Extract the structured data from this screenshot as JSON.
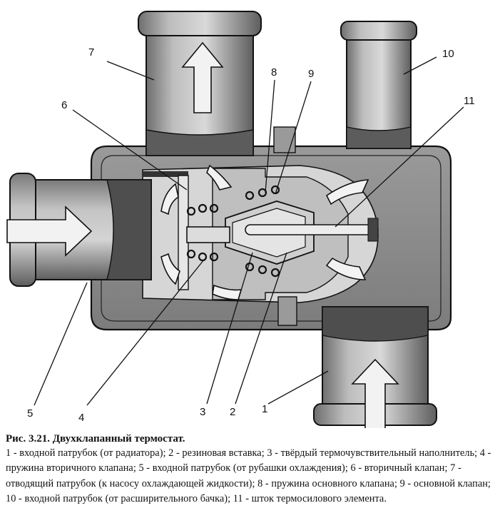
{
  "diagram": {
    "callouts": {
      "c1": "1",
      "c2": "2",
      "c3": "3",
      "c4": "4",
      "c5": "5",
      "c6": "6",
      "c7": "7",
      "c8": "8",
      "c9": "9",
      "c10": "10",
      "c11": "11"
    }
  },
  "caption": {
    "title": "Рис. 3.21. Двухклапанный термостат.",
    "body": "1 - входной патрубок (от радиатора); 2 - резиновая вставка; 3 - твёрдый термочувствительный наполнитель; 4 - пружина вторичного клапана; 5 - входной патрубок (от рубашки охлаждения); 6 - вторичный клапан; 7 - отводящий патрубок (к насосу охлаждающей жидкости); 8 - пружина основного клапана; 9 - основной клапан; 10 - входной патрубок (от расширительного бачка); 11 - шток термосилового элемента."
  },
  "colors": {
    "ink": "#111111",
    "housing": "#8a8a8a",
    "housing_dark": "#5a5a5a",
    "pipe": "#bdbdbd",
    "pipe_dark": "#6e6e6e",
    "cavity": "#d6d6d6",
    "arrow_fill": "#f2f2f2"
  }
}
